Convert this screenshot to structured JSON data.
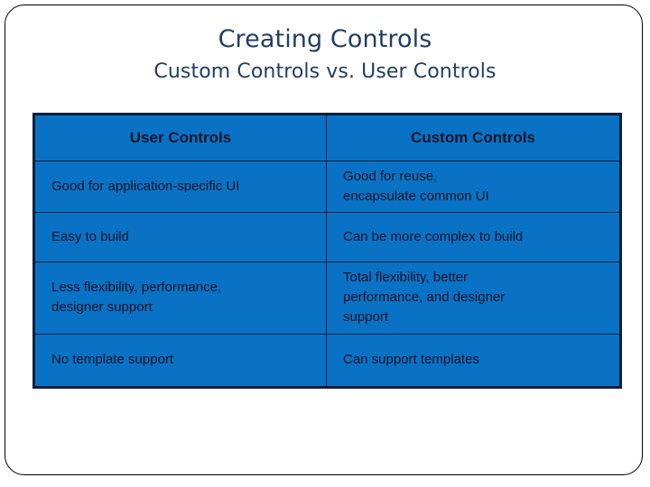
{
  "slide": {
    "title": "Creating Controls",
    "subtitle": "Custom Controls vs. User Controls",
    "colors": {
      "title_text": "#1F3F63",
      "table_fill": "#0A72C4",
      "table_border": "#0B1F3A",
      "table_text": "#0B1428",
      "frame_border": "#000000",
      "background": "#FFFFFF"
    }
  },
  "table": {
    "headers": [
      "User Controls",
      "Custom Controls"
    ],
    "rows": [
      {
        "user_controls": "Good for application-specific UI",
        "custom_controls": "Good for reuse,\nencapsulate common UI"
      },
      {
        "user_controls": "Easy to build",
        "custom_controls": "Can be more complex to build"
      },
      {
        "user_controls": "Less flexibility, performance,\ndesigner support",
        "custom_controls": "Total flexibility, better\nperformance, and designer\nsupport"
      },
      {
        "user_controls": "No template support",
        "custom_controls": "Can support templates"
      }
    ]
  }
}
